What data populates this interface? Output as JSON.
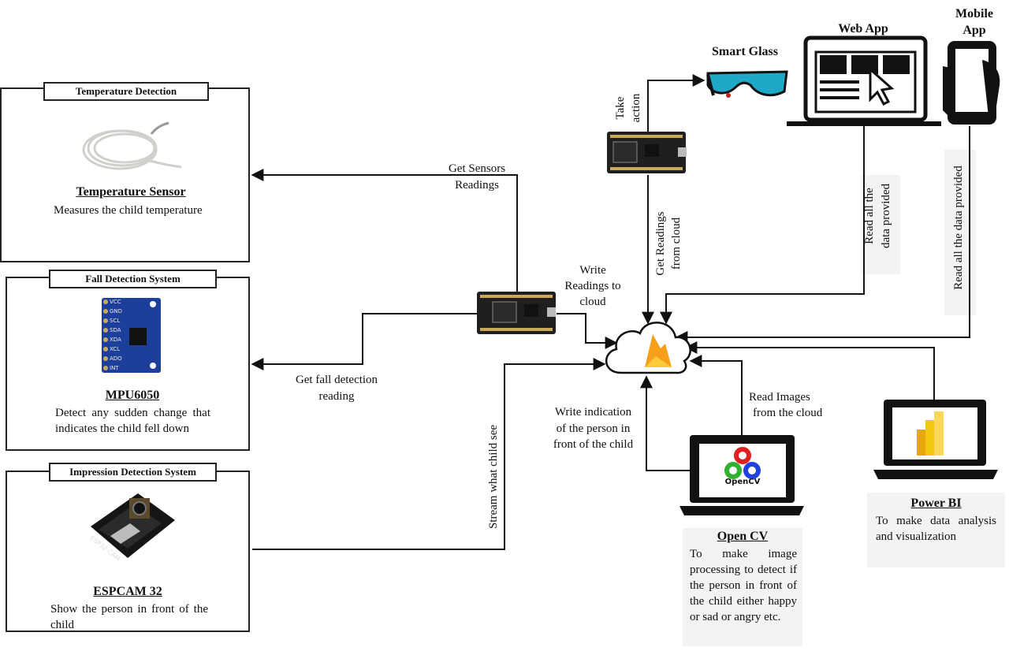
{
  "temperature": {
    "tag": "Temperature Detection",
    "title": "Temperature Sensor",
    "desc": "Measures the child temperature"
  },
  "fall": {
    "tag": "Fall Detection System",
    "title": "MPU6050",
    "desc": "Detect any sudden change that indicates the child fell down"
  },
  "impression": {
    "tag": "Impression Detection System",
    "title": "ESPCAM 32",
    "desc": "Show the person in front of the child"
  },
  "labels": {
    "get_sensors_1": "Get Sensors",
    "get_sensors_2": "Readings",
    "get_fall_1": "Get fall detection",
    "get_fall_2": "reading",
    "write_readings_1": "Write",
    "write_readings_2": "Readings to",
    "write_readings_3": "cloud",
    "stream": "Stream what child see",
    "take_action_1": "Take",
    "take_action_2": "action",
    "get_readings_cloud_1": "Get Readings",
    "get_readings_cloud_2": "from cloud",
    "read_all_web_1": "Read all the",
    "read_all_web_2": "data provided",
    "read_all_mobile": "Read all the data provided",
    "write_indication_1": "Write indication",
    "write_indication_2": "of the person in",
    "write_indication_3": "front of the child",
    "read_images_1": "Read Images",
    "read_images_2": "from the cloud"
  },
  "devices": {
    "smart_glass": "Smart Glass",
    "web_app": "Web App",
    "mobile_app_1": "Mobile",
    "mobile_app_2": "App",
    "opencv_logo": "OpenCV",
    "esp_print": "ESP32-CAM",
    "mpu_pins": [
      "VCC",
      "GND",
      "SCL",
      "SDA",
      "XDA",
      "XCL",
      "ADO",
      "INT"
    ]
  },
  "opencv": {
    "title": "Open CV",
    "desc": "To make image processing to detect if the person in front of the child either happy or sad or angry etc."
  },
  "powerbi": {
    "title": "Power BI",
    "desc": "To make data analysis and visualization"
  },
  "colors": {
    "line": "#111111",
    "firebase_orange": "#f6a01a",
    "firebase_yellow": "#fcca3f",
    "powerbi_yellow": "#f2c811",
    "glass_cyan": "#1fa8c8",
    "mpu_blue": "#1d3f9c",
    "board_dark": "#1f1f1f"
  }
}
